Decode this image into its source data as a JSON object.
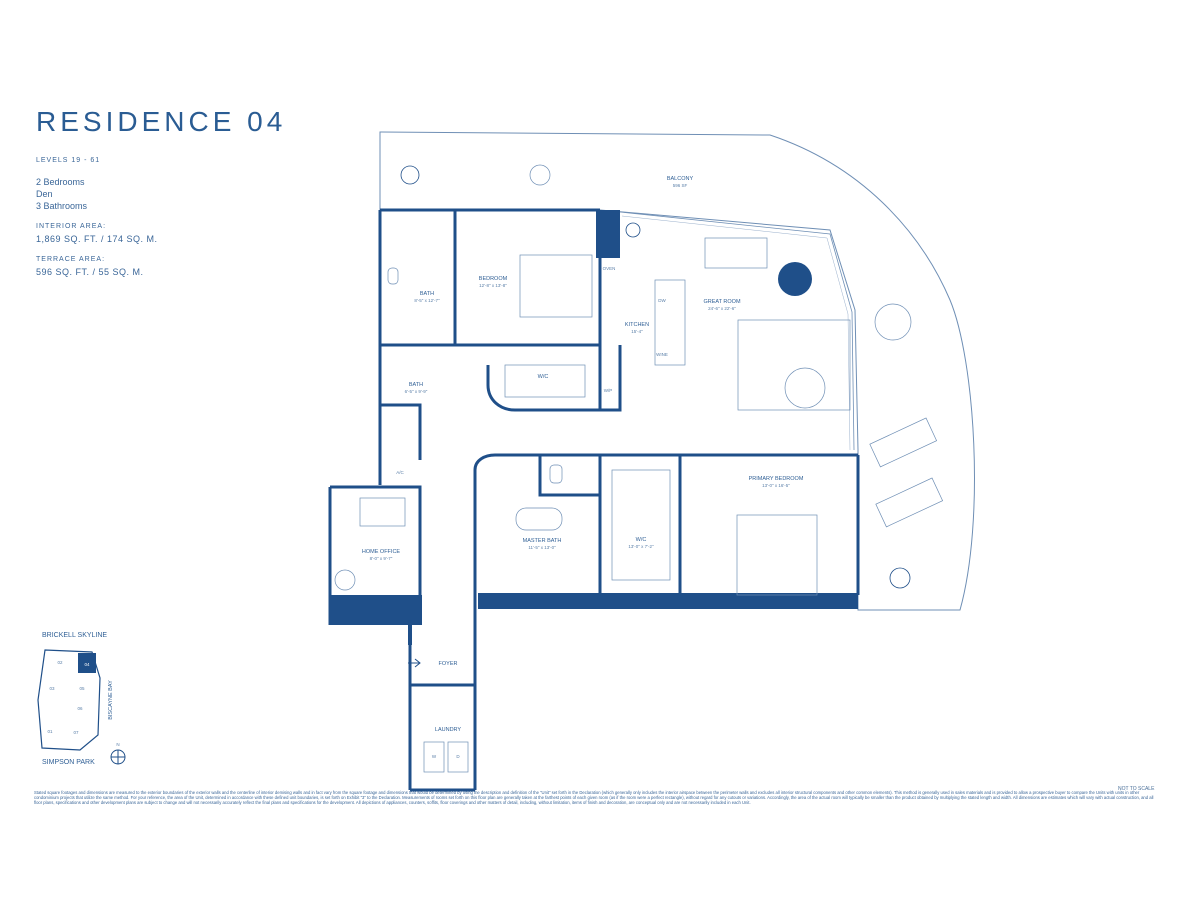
{
  "title": "RESIDENCE 04",
  "levels": "LEVELS 19 - 61",
  "rooms_summary": [
    "2 Bedrooms",
    "Den",
    "3 Bathrooms"
  ],
  "interior_area": {
    "label": "INTERIOR AREA:",
    "value": "1,869 SQ. FT. / 174 SQ. M."
  },
  "terrace_area": {
    "label": "TERRACE AREA:",
    "value": "596 SQ. FT. / 55 SQ. M."
  },
  "rooms": {
    "balcony": {
      "name": "BALCONY",
      "size": "596 SF"
    },
    "bedroom": {
      "name": "BEDROOM",
      "size": "12'-8\" x 13'-8\""
    },
    "bath1": {
      "name": "BATH",
      "size": "8'-5\" x 12'-7\""
    },
    "bath2": {
      "name": "BATH",
      "size": "6'-5\" x 9'-9\""
    },
    "wic1": {
      "name": "W/C"
    },
    "kitchen": {
      "name": "KITCHEN",
      "size": "15'-4\""
    },
    "great_room": {
      "name": "GREAT ROOM",
      "size": "24'-6\" x 22'-6\""
    },
    "home_office": {
      "name": "HOME OFFICE",
      "size": "8'-0\" x 9'-7\""
    },
    "master_bath": {
      "name": "MASTER BATH",
      "size": "11'-5\" x 13'-0\""
    },
    "wic2": {
      "name": "W/C",
      "size": "13'-0\" x 7'-2\""
    },
    "primary_bedroom": {
      "name": "PRIMARY BEDROOM",
      "size": "13'-0\" x 16'-5\""
    },
    "foyer": {
      "name": "FOYER"
    },
    "laundry": {
      "name": "LAUNDRY"
    }
  },
  "appliances": {
    "oven": "OVEN",
    "dw": "DW",
    "wine": "WINE",
    "wp": "W/P",
    "ac": "A/C",
    "w": "W",
    "d": "D"
  },
  "keyplan": {
    "top_label": "BRICKELL SKYLINE",
    "side_label": "BISCAYNE BAY",
    "bottom_label": "SIMPSON PARK",
    "north": "N",
    "units": [
      "02",
      "04",
      "03",
      "05",
      "06",
      "01",
      "07"
    ],
    "highlight_unit": "04"
  },
  "not_to_scale": "NOT TO SCALE",
  "disclaimer": "Stated square footages and dimensions are measured to the exterior boundaries of the exterior walls and the centerline of interior demising walls and in fact vary from the square footage and dimensions that would be determined by using the description and definition of the \"Unit\" set forth in the Declaration (which generally only includes the interior airspace between the perimeter walls and excludes all interior structural components and other common elements). This method is generally used in sales materials and is provided to allow a prospective buyer to compare the Units with units in other condominium projects that utilize the same method. For your reference, the area of the Unit, determined in accordance with these defined unit boundaries, is set forth on Exhibit \"3\" to the Declaration. Measurements of rooms set forth on this floor plan are generally taken at the farthest points of each given room (as if the room were a perfect rectangle), without regard for any cutouts or variations. Accordingly, the area of the actual room will typically be smaller than the product obtained by multiplying the stated length and width. All dimensions are estimates which will vary with actual construction, and all floor plans, specifications and other development plans are subject to change and will not necessarily accurately reflect the final plans and specifications for the development. All depictions of appliances, counters, soffits, floor coverings and other matters of detail, including, without limitation, items of finish and decoration, are conceptual only and are not necessarily included in each Unit."
}
